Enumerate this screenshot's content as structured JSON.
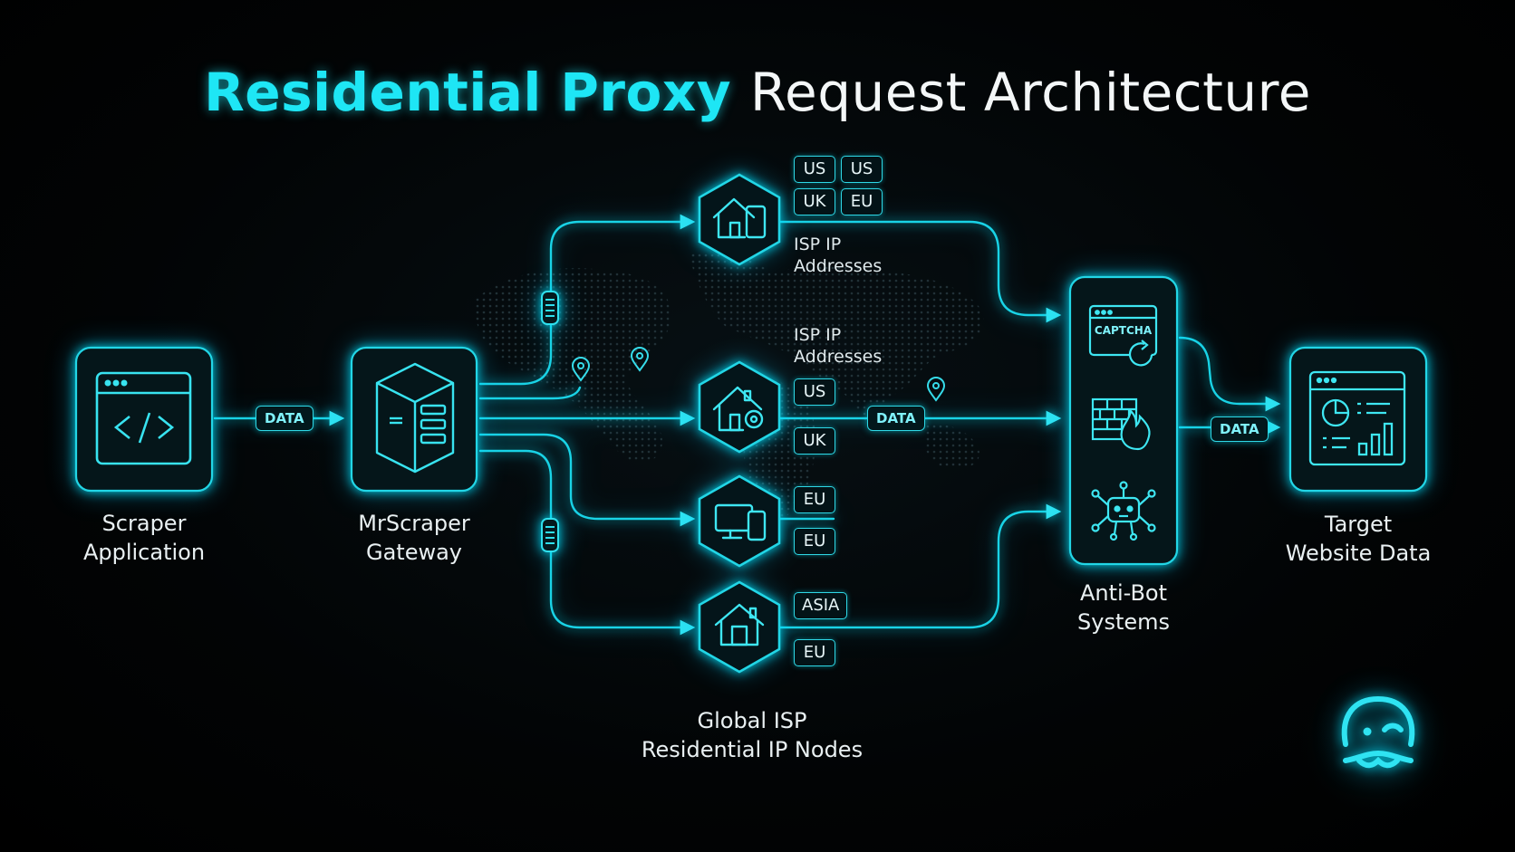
{
  "title": {
    "accent": "Residential Proxy",
    "rest": "Request Architecture"
  },
  "nodes": {
    "scraper": [
      "Scraper",
      "Application"
    ],
    "gateway": [
      "MrScraper",
      "Gateway"
    ],
    "antibot": [
      "Anti-Bot",
      "Systems"
    ],
    "target": [
      "Target",
      "Website Data"
    ],
    "pool": [
      "Global ISP",
      "Residential IP Nodes"
    ]
  },
  "isp_labels": {
    "top": [
      "ISP IP",
      "Addresses"
    ],
    "middle": [
      "ISP IP",
      "Addresses"
    ]
  },
  "region_tags": {
    "node1": [
      "US",
      "US",
      "UK",
      "EU"
    ],
    "node2": [
      "US",
      "UK"
    ],
    "node3": [
      "EU",
      "EU"
    ],
    "node4": [
      "ASIA",
      "EU"
    ]
  },
  "data_tags": {
    "scraper_to_gateway": "DATA",
    "node_to_antibot": "DATA",
    "antibot_to_target": "DATA"
  },
  "antibot_items": {
    "captcha": "CAPTCHA"
  },
  "icons": {
    "scraper": "code-window-icon",
    "gateway": "server-icon",
    "node1": "house-phone-icon",
    "node2": "house-location-icon",
    "node3": "desktop-phone-icon",
    "node4": "house-icon",
    "captcha": "captcha-refresh-icon",
    "firewall": "firewall-flame-icon",
    "bot": "robot-network-icon",
    "target": "dashboard-chart-icon",
    "brand": "mustache-face-logo-icon",
    "map": "world-map-icon",
    "pin": "location-pin-icon"
  },
  "colors": {
    "accent": "#1ee6f5",
    "line": "#19d3e6",
    "background": "#020405"
  }
}
